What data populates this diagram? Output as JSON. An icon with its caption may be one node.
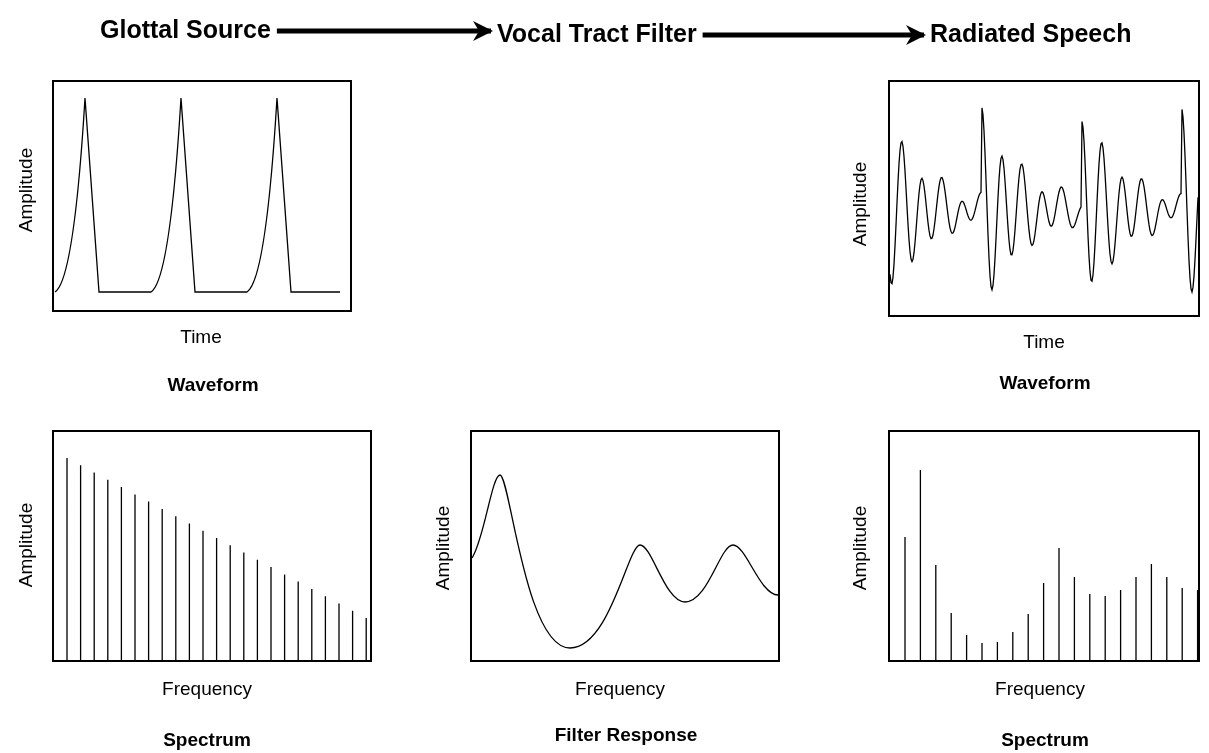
{
  "diagram": {
    "nodes": [
      {
        "text": [
          "Glottal Source"
        ]
      },
      {
        "text": [
          "Vocal Tract Filter"
        ]
      },
      {
        "text": [
          "Radiated Speech"
        ]
      }
    ],
    "edges": [
      {
        "from": 0,
        "to": 1,
        "arrow": "to"
      },
      {
        "from": 1,
        "to": 2,
        "arrow": "to"
      }
    ],
    "labels": [
      "Amplitude",
      "Time",
      "Waveform",
      "Amplitude",
      "Time",
      "Waveform",
      "Amplitude",
      "Frequency",
      "Spectrum",
      "Amplitude",
      "Frequency",
      "Filter Response",
      "Amplitude",
      "Frequency",
      "Spectrum"
    ]
  }
}
